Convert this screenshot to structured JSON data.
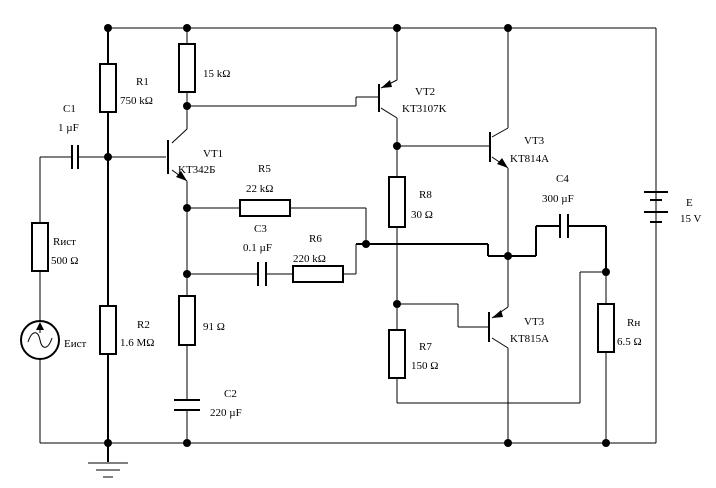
{
  "diagram": {
    "labels": {
      "C1": "C1",
      "C1_val": "1 µF",
      "R1": "R1",
      "R1_val": "750 kΩ",
      "R15": "15 kΩ",
      "VT1": "VT1",
      "VT1_type": "KT342Б",
      "R5": "R5",
      "R5_val": "22 kΩ",
      "VT2": "VT2",
      "VT2_type": "KT3107K",
      "VT3a": "VT3",
      "VT3a_type": "KT814A",
      "R8": "R8",
      "R8_val": "30 Ω",
      "C4": "C4",
      "C4_val": "300 µF",
      "C3": "C3",
      "C3_val": "0.1 µF",
      "R6": "R6",
      "R6_val": "220 kΩ",
      "E": "E",
      "E_val": "15 V",
      "Rist": "Rист",
      "Rist_val": "500 Ω",
      "Eist": "Eист",
      "R2": "R2",
      "R2_val": "1.6 MΩ",
      "R91": "91 Ω",
      "VT3b": "VT3",
      "VT3b_type": "KT815A",
      "Rn": "Rн",
      "Rn_val": "6.5 Ω",
      "R7": "R7",
      "R7_val": "150 Ω",
      "C2": "C2",
      "C2_val": "220 µF"
    }
  }
}
